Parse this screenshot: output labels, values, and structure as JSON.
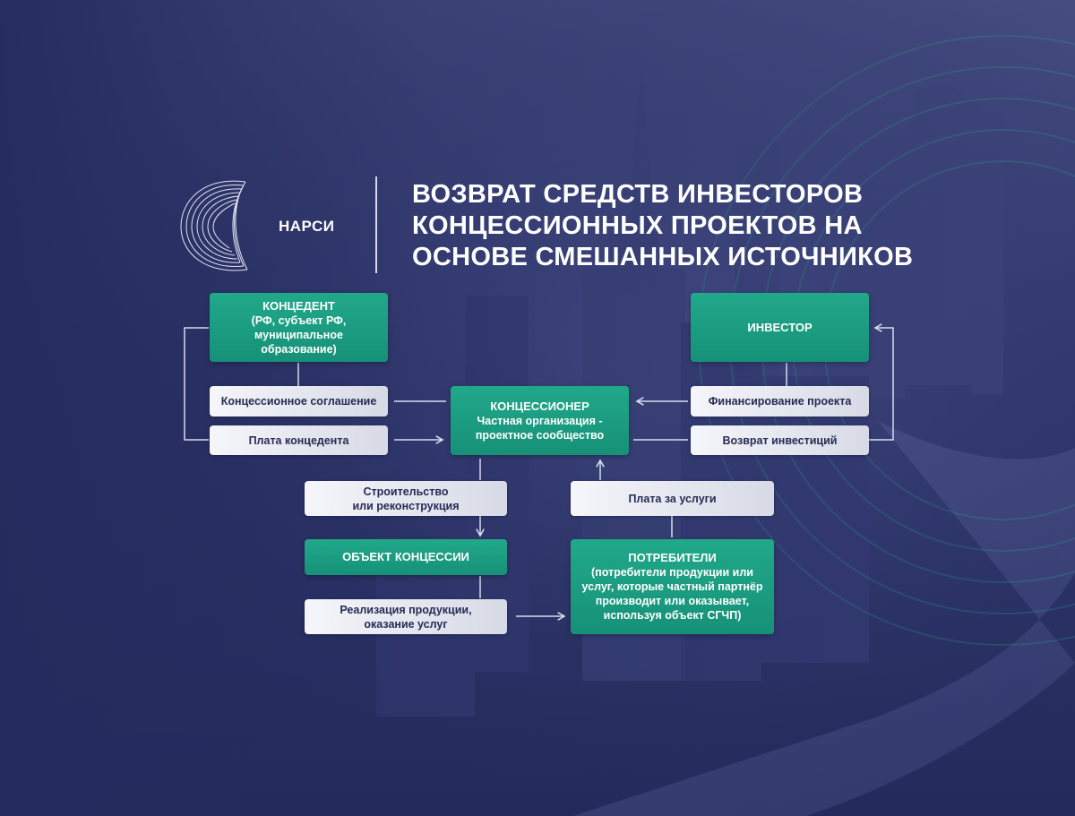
{
  "brand": {
    "name": "НАРСИ",
    "logo_icon": "narsi-logo-icon"
  },
  "title": {
    "lines": [
      "ВОЗВРАТ СРЕДСТВ ИНВЕСТОРОВ",
      "КОНЦЕССИОННЫХ ПРОЕКТОВ НА",
      "ОСНОВЕ СМЕШАННЫХ ИСТОЧНИКОВ"
    ]
  },
  "colors": {
    "background": "#283064",
    "green": "#1c9e82",
    "grey": "#e4e6ef",
    "text_dark": "#262b55",
    "arrows": "#d8dcee"
  },
  "nodes": {
    "concedent": {
      "title": "КОНЦЕДЕНТ",
      "lines": [
        "(РФ, субъект РФ,",
        "муниципальное",
        "образование)"
      ]
    },
    "investor": {
      "title": "ИНВЕСТОР"
    },
    "concessioner": {
      "title": "КОНЦЕССИОНЕР",
      "lines": [
        "Частная организация -",
        "проектное сообщество"
      ]
    },
    "object": {
      "title": "ОБЪЕКТ КОНЦЕССИИ"
    },
    "consumers": {
      "title": "ПОТРЕБИТЕЛИ",
      "lines": [
        "(потребители продукции или",
        "услуг, которые частный партнёр",
        "производит или оказывает,",
        "используя объект СГЧП)"
      ]
    }
  },
  "flows": {
    "concession_agreement": {
      "lines": [
        "Концессионное соглашение"
      ]
    },
    "concedent_payment": {
      "lines": [
        "Плата концедента"
      ]
    },
    "project_financing": {
      "lines": [
        "Финансирование проекта"
      ]
    },
    "investment_return": {
      "lines": [
        "Возврат инвестиций"
      ]
    },
    "construction": {
      "lines": [
        "Строительство",
        "или реконструкция"
      ]
    },
    "service_fee": {
      "lines": [
        "Плата за услуги"
      ]
    },
    "sales": {
      "lines": [
        "Реализация продукции,",
        "оказание услуг"
      ]
    }
  }
}
